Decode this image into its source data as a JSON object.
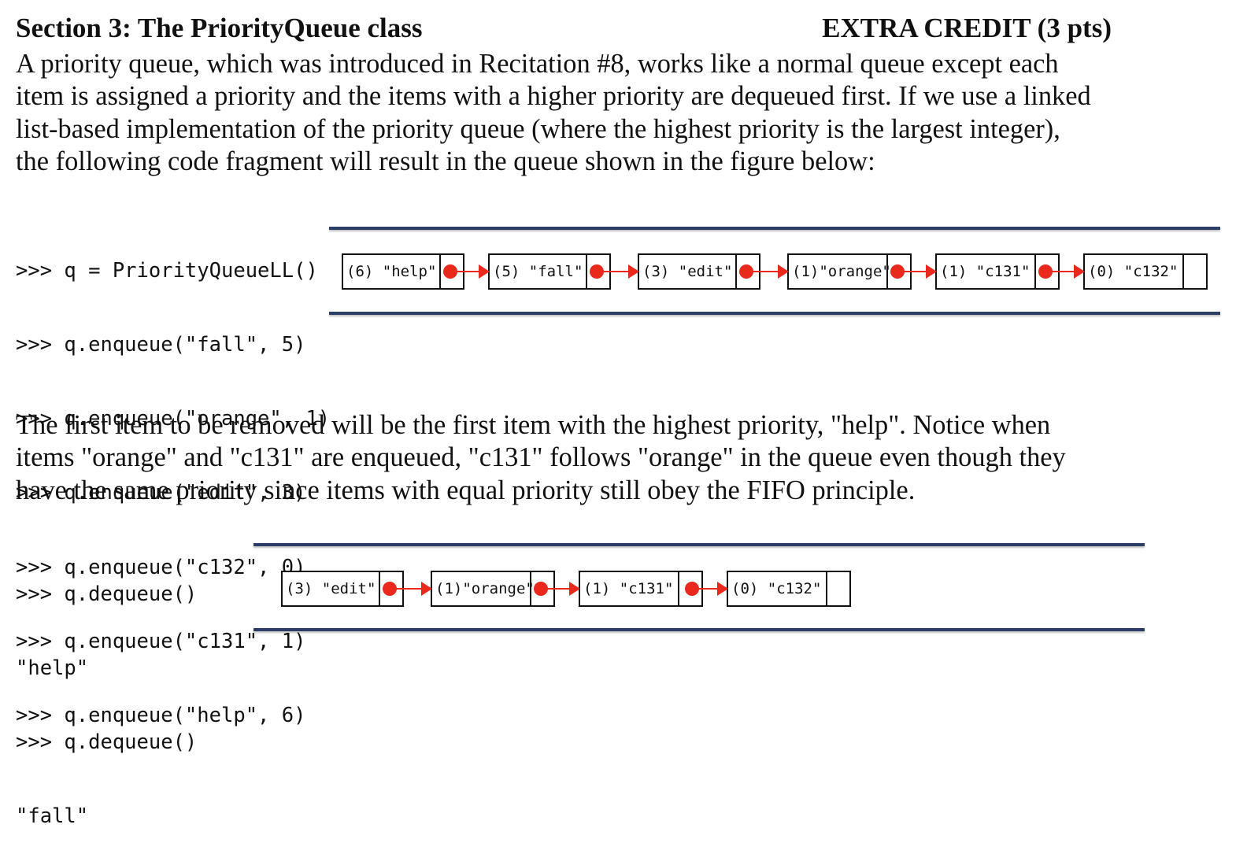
{
  "section": {
    "title": "Section 3: The PriorityQueue class",
    "credit": "EXTRA CREDIT (3 pts)"
  },
  "intro": [
    "A priority queue, which was introduced in Recitation #8, works like a normal queue except each",
    "item is assigned a priority and the items with a higher priority are dequeued first. If we use a linked",
    "list-based implementation of the priority queue (where the highest priority is the largest integer),",
    "the following code fragment will result in the queue shown in the figure below:"
  ],
  "code_enqueue": [
    ">>> q = PriorityQueueLL()",
    ">>> q.enqueue(\"fall\", 5)",
    ">>> q.enqueue(\"orange\", 1)",
    ">>> q.enqueue(\"edit\", 3)",
    ">>> q.enqueue(\"c132\", 0)",
    ">>> q.enqueue(\"c131\", 1)",
    ">>> q.enqueue(\"help\", 6)"
  ],
  "queue_full": [
    "(6) \"help\"",
    "(5) \"fall\"",
    "(3) \"edit\"",
    "(1)\"orange\"",
    "(1) \"c131\"",
    "(0) \"c132\""
  ],
  "explanation": [
    "The first item to be removed will be the first item with the highest priority, \"help\". Notice when",
    "items \"orange\" and \"c131\" are enqueued, \"c131\" follows \"orange\" in the queue even though they",
    "have the same priority since items with equal priority still obey the FIFO principle."
  ],
  "code_dequeue": [
    ">>> q.dequeue()",
    "\"help\"",
    ">>> q.dequeue()",
    "\"fall\""
  ],
  "queue_after": [
    "(3) \"edit\"",
    "(1)\"orange\"",
    "(1) \"c131\"",
    "(0) \"c132\""
  ],
  "colors": {
    "rail": "#2c3d66",
    "pointer": "#e8291c",
    "box_border": "#111111"
  }
}
